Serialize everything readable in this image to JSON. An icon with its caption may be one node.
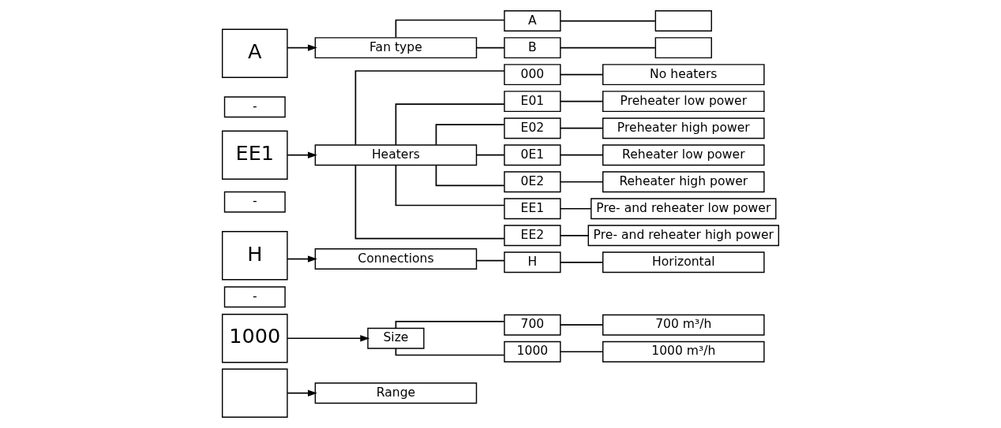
{
  "diagram": {
    "nodes": [
      {
        "text": [],
        "shape": "box"
      },
      {
        "text": [
          "1000"
        ]
      },
      {
        "text": [
          "-"
        ]
      },
      {
        "text": [
          "H"
        ]
      },
      {
        "text": [
          "-"
        ]
      },
      {
        "text": [
          "EE1"
        ]
      },
      {
        "text": [
          "-"
        ]
      },
      {
        "text": [
          "A"
        ]
      },
      {
        "text": [
          "Range"
        ]
      },
      {
        "text": [
          "Size"
        ]
      },
      {
        "text": [
          "700"
        ]
      },
      {
        "text": [
          "700 m³/h"
        ]
      },
      {
        "text": [
          "1000"
        ]
      },
      {
        "text": [
          "1000 m³/h"
        ]
      },
      {
        "text": [
          "Connections"
        ]
      },
      {
        "text": [
          "H"
        ]
      },
      {
        "text": [
          "Horizontal"
        ]
      },
      {
        "text": [
          "Heaters"
        ]
      },
      {
        "text": [
          "000"
        ]
      },
      {
        "text": [
          "No heaters"
        ]
      },
      {
        "text": [
          "E01"
        ]
      },
      {
        "text": [
          "Preheater low power"
        ]
      },
      {
        "text": [
          "E02"
        ]
      },
      {
        "text": [
          "Preheater high power"
        ]
      },
      {
        "text": [
          "0E1"
        ]
      },
      {
        "text": [
          "Reheater low power"
        ]
      },
      {
        "text": [
          "0E2"
        ]
      },
      {
        "text": [
          "Reheater high power"
        ]
      },
      {
        "text": [
          "EE1"
        ]
      },
      {
        "text": [
          "Pre- and reheater low power"
        ]
      },
      {
        "text": [
          "EE2"
        ]
      },
      {
        "text": [
          "Pre- and reheater high power"
        ]
      },
      {
        "text": [
          "Fan type"
        ]
      },
      {
        "text": [
          "A"
        ]
      },
      {
        "text": [],
        "shape": "box"
      },
      {
        "text": [
          "B"
        ]
      },
      {
        "text": [],
        "shape": "box"
      }
    ],
    "edges": [
      {
        "from": 0,
        "to": 8,
        "arrow": "to"
      },
      {
        "from": 1,
        "to": 9,
        "arrow": "to"
      },
      {
        "from": 3,
        "to": 14,
        "arrow": "to"
      },
      {
        "from": 5,
        "to": 17,
        "arrow": "to"
      },
      {
        "from": 7,
        "to": 32,
        "arrow": "to"
      },
      {
        "from": 9,
        "to": 10,
        "arrow": "none"
      },
      {
        "from": 9,
        "to": 12,
        "arrow": "none"
      },
      {
        "from": 10,
        "to": 11,
        "arrow": "none"
      },
      {
        "from": 12,
        "to": 13,
        "arrow": "none"
      },
      {
        "from": 14,
        "to": 15,
        "arrow": "none"
      },
      {
        "from": 15,
        "to": 16,
        "arrow": "none"
      },
      {
        "from": 17,
        "to": 18,
        "arrow": "none"
      },
      {
        "from": 17,
        "to": 20,
        "arrow": "none"
      },
      {
        "from": 17,
        "to": 22,
        "arrow": "none"
      },
      {
        "from": 17,
        "to": 24,
        "arrow": "none"
      },
      {
        "from": 17,
        "to": 26,
        "arrow": "none"
      },
      {
        "from": 17,
        "to": 28,
        "arrow": "none"
      },
      {
        "from": 17,
        "to": 30,
        "arrow": "none"
      },
      {
        "from": 18,
        "to": 19,
        "arrow": "none"
      },
      {
        "from": 20,
        "to": 21,
        "arrow": "none"
      },
      {
        "from": 22,
        "to": 23,
        "arrow": "none"
      },
      {
        "from": 24,
        "to": 25,
        "arrow": "none"
      },
      {
        "from": 26,
        "to": 27,
        "arrow": "none"
      },
      {
        "from": 28,
        "to": 29,
        "arrow": "none"
      },
      {
        "from": 30,
        "to": 31,
        "arrow": "none"
      },
      {
        "from": 32,
        "to": 33,
        "arrow": "none"
      },
      {
        "from": 32,
        "to": 35,
        "arrow": "none"
      },
      {
        "from": 33,
        "to": 34,
        "arrow": "none"
      },
      {
        "from": 35,
        "to": 36,
        "arrow": "none"
      }
    ]
  }
}
